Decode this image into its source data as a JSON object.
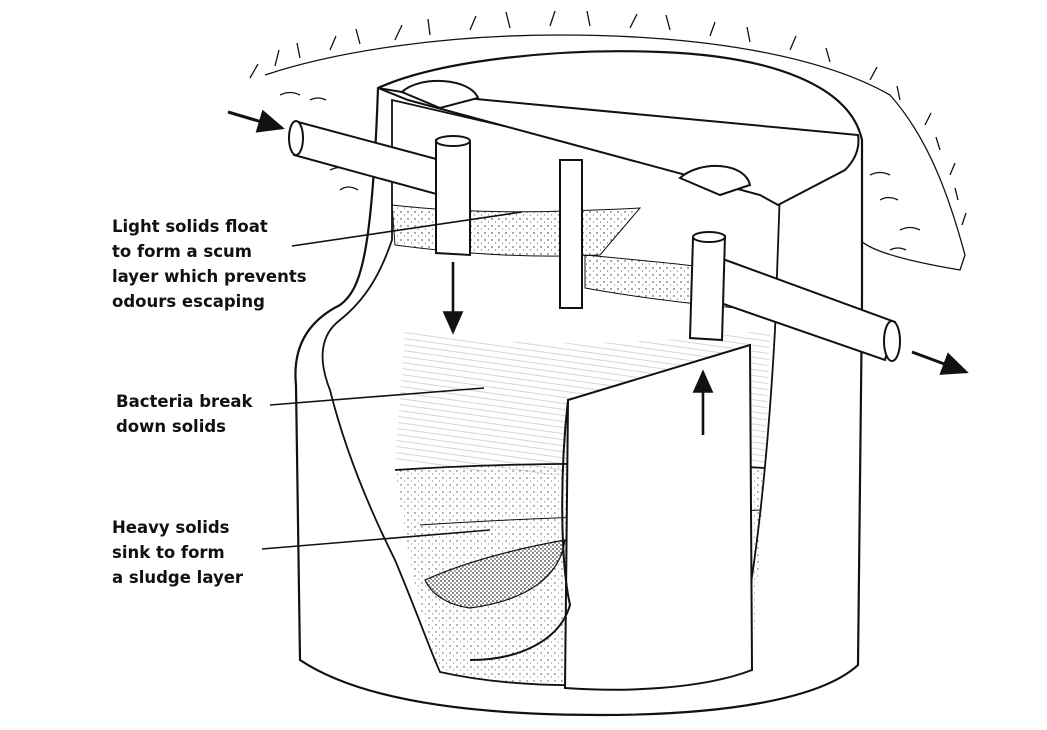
{
  "diagram": {
    "labels": {
      "scum": [
        "Light solids float",
        "to form a scum",
        "layer which prevents",
        "odours escaping"
      ],
      "bacteria": [
        "Bacteria break",
        "down solids"
      ],
      "sludge": [
        "Heavy solids",
        "sink to form",
        "a sludge layer"
      ]
    },
    "colors": {
      "ink": "#111111",
      "background": "#ffffff",
      "sludge": "#555555"
    },
    "icons": [
      "inlet-arrow-icon",
      "outlet-arrow-icon",
      "down-flow-arrow-icon",
      "up-flow-arrow-icon"
    ]
  }
}
